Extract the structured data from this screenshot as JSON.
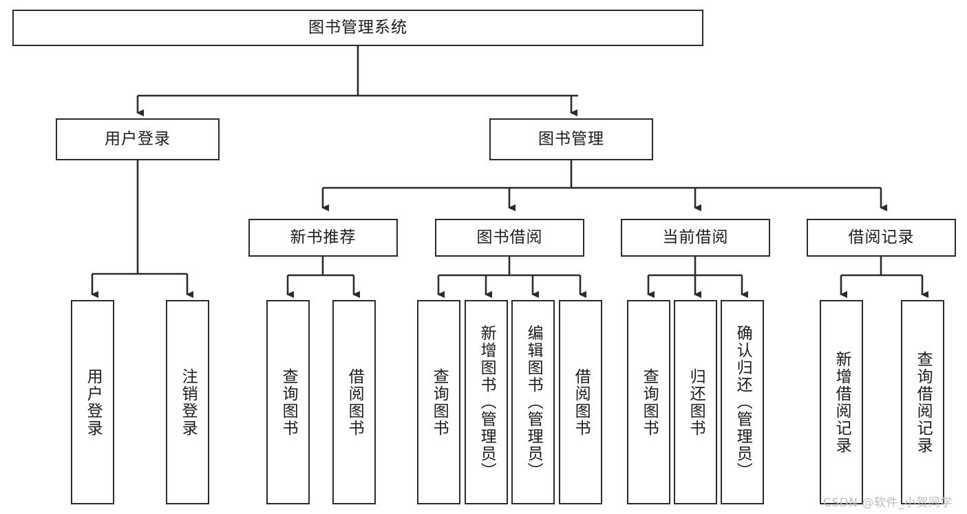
{
  "diagram": {
    "title": "图书管理系统",
    "type": "tree-hierarchy-diagram",
    "theme": {
      "stroke": "#2b2b2b",
      "fill": "#ffffff",
      "text": "#1c1c1c",
      "watermark_color": "#bdbdbd"
    },
    "root": {
      "label": "图书管理系统"
    },
    "level2": [
      {
        "label": "用户登录"
      },
      {
        "label": "图书管理"
      }
    ],
    "level3": [
      {
        "label": "新书推荐"
      },
      {
        "label": "图书借阅"
      },
      {
        "label": "当前借阅"
      },
      {
        "label": "借阅记录"
      }
    ],
    "leaves": {
      "user_login": [
        {
          "label": "用户登录"
        },
        {
          "label": "注销登录"
        }
      ],
      "new_book_recommend": [
        {
          "label": "查询图书"
        },
        {
          "label": "借阅图书"
        }
      ],
      "book_borrow": [
        {
          "label": "查询图书"
        },
        {
          "label": "新增图书（管理员）"
        },
        {
          "label": "编辑图书（管理员）"
        },
        {
          "label": "借阅图书"
        }
      ],
      "current_borrow": [
        {
          "label": "查询图书"
        },
        {
          "label": "归还图书"
        },
        {
          "label": "确认归还（管理员）"
        }
      ],
      "borrow_record": [
        {
          "label": "新增借阅记录"
        },
        {
          "label": "查询借阅记录"
        }
      ]
    },
    "watermark": "CSDN @软件_小贺同学"
  }
}
